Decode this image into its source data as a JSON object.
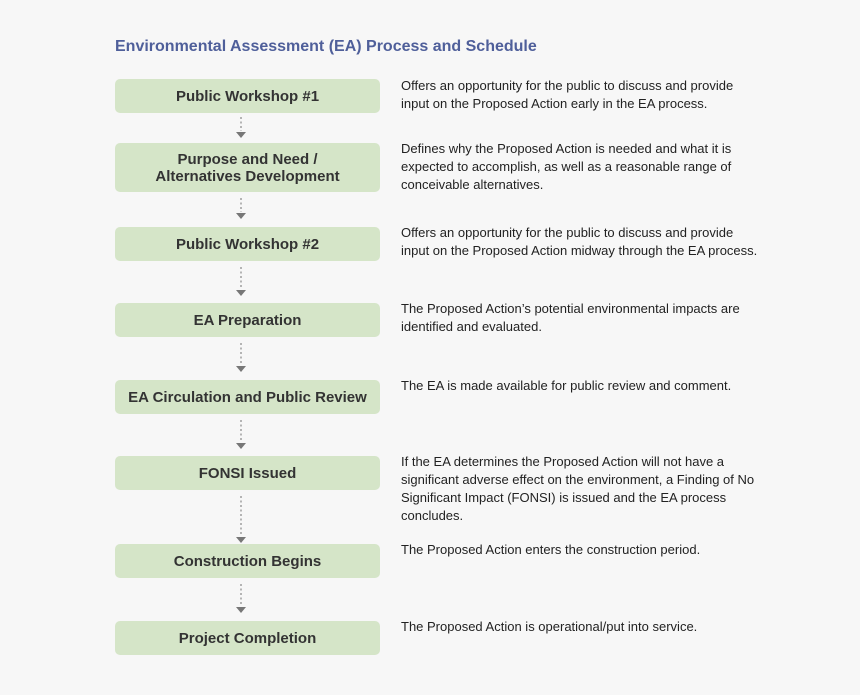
{
  "title": "Environmental Assessment (EA) Process and Schedule",
  "steps": [
    {
      "label": "Public Workshop #1",
      "description": "Offers an opportunity for the public to discuss and provide input on the Proposed Action early in the EA process."
    },
    {
      "label": "Purpose and Need /\nAlternatives Development",
      "description": "Defines why the Proposed Action is needed and what it is expected to accomplish, as well as a reasonable range of conceivable alternatives."
    },
    {
      "label": "Public Workshop #2",
      "description": "Offers an opportunity for the public to discuss and provide input on the Proposed Action midway through the EA process."
    },
    {
      "label": "EA Preparation",
      "description": "The Proposed Action’s potential environmental impacts are identified and evaluated."
    },
    {
      "label": "EA Circulation and Public Review",
      "description": "The EA is made available for public review and comment."
    },
    {
      "label": "FONSI Issued",
      "description": "If the EA determines the Proposed Action will not have a significant adverse effect on the environment, a Finding of No Significant Impact (FONSI) is issued and the EA process concludes."
    },
    {
      "label": "Construction Begins",
      "description": "The Proposed Action enters the construction period."
    },
    {
      "label": "Project Completion",
      "description": "The Proposed Action is operational/put into service."
    }
  ],
  "colors": {
    "title": "#4f5f9a",
    "box_fill": "#d5e5c8",
    "text": "#333333",
    "connector": "#888888"
  }
}
